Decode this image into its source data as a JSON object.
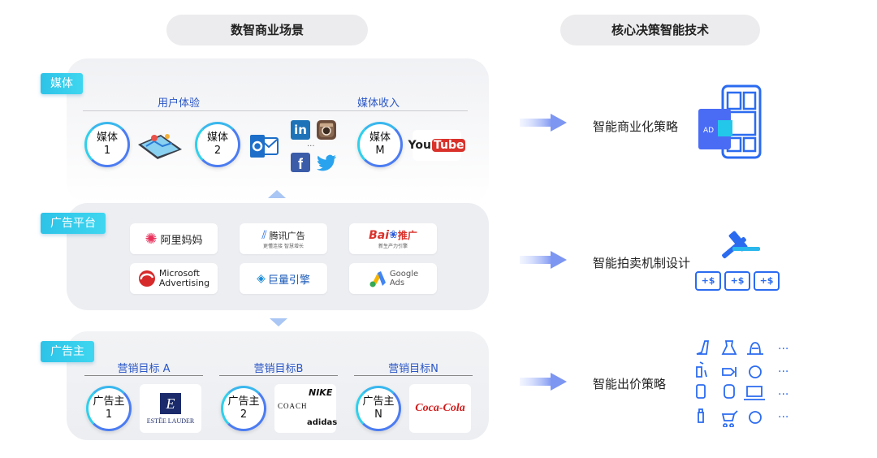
{
  "headers": {
    "left": "数智商业场景",
    "right": "核心决策智能技术"
  },
  "media": {
    "tag": "媒体",
    "col_left": "用户体验",
    "col_right": "媒体收入",
    "circles": [
      {
        "line1": "媒体",
        "line2": "1"
      },
      {
        "line1": "媒体",
        "line2": "2"
      },
      {
        "line1": "媒体",
        "line2": "M"
      }
    ],
    "dots": "...",
    "youtube": {
      "you": "You",
      "tube": "Tube"
    },
    "linkedin": "in"
  },
  "platform": {
    "tag": "广告平台",
    "cards": [
      {
        "name": "阿里妈妈"
      },
      {
        "name": "腾讯广告",
        "sub": "更懂连接 智慧增长"
      },
      {
        "name_a": "Bai",
        "name_b": "推广",
        "sub": "新生产力引擎"
      },
      {
        "name1": "Microsoft",
        "name2": "Advertising"
      },
      {
        "name": "巨量引擎"
      },
      {
        "name1": "Google",
        "name2": "Ads"
      }
    ]
  },
  "advertiser": {
    "tag": "广告主",
    "goals": [
      "营销目标 A",
      "营销目标B",
      "营销目标N"
    ],
    "circles": [
      {
        "line1": "广告主",
        "line2": "1"
      },
      {
        "line1": "广告主",
        "line2": "2"
      },
      {
        "line1": "广告主",
        "line2": "N"
      }
    ],
    "brands": {
      "lauder": "ESTĒE LAUDER",
      "coach": "COACH",
      "nike": "NIKE",
      "adidas": "adidas",
      "coke": "Coca-Cola"
    }
  },
  "techniques": [
    {
      "label": "智能商业化策略",
      "ad_badge": "AD"
    },
    {
      "label": "智能拍卖机制设计",
      "bid_labels": [
        "+$",
        "+$",
        "+$"
      ]
    },
    {
      "label": "智能出价策略",
      "more": "..."
    }
  ],
  "colors": {
    "accent": "#35c8e6",
    "blue": "#2a56c6",
    "arrow": "#8aa7f5"
  }
}
